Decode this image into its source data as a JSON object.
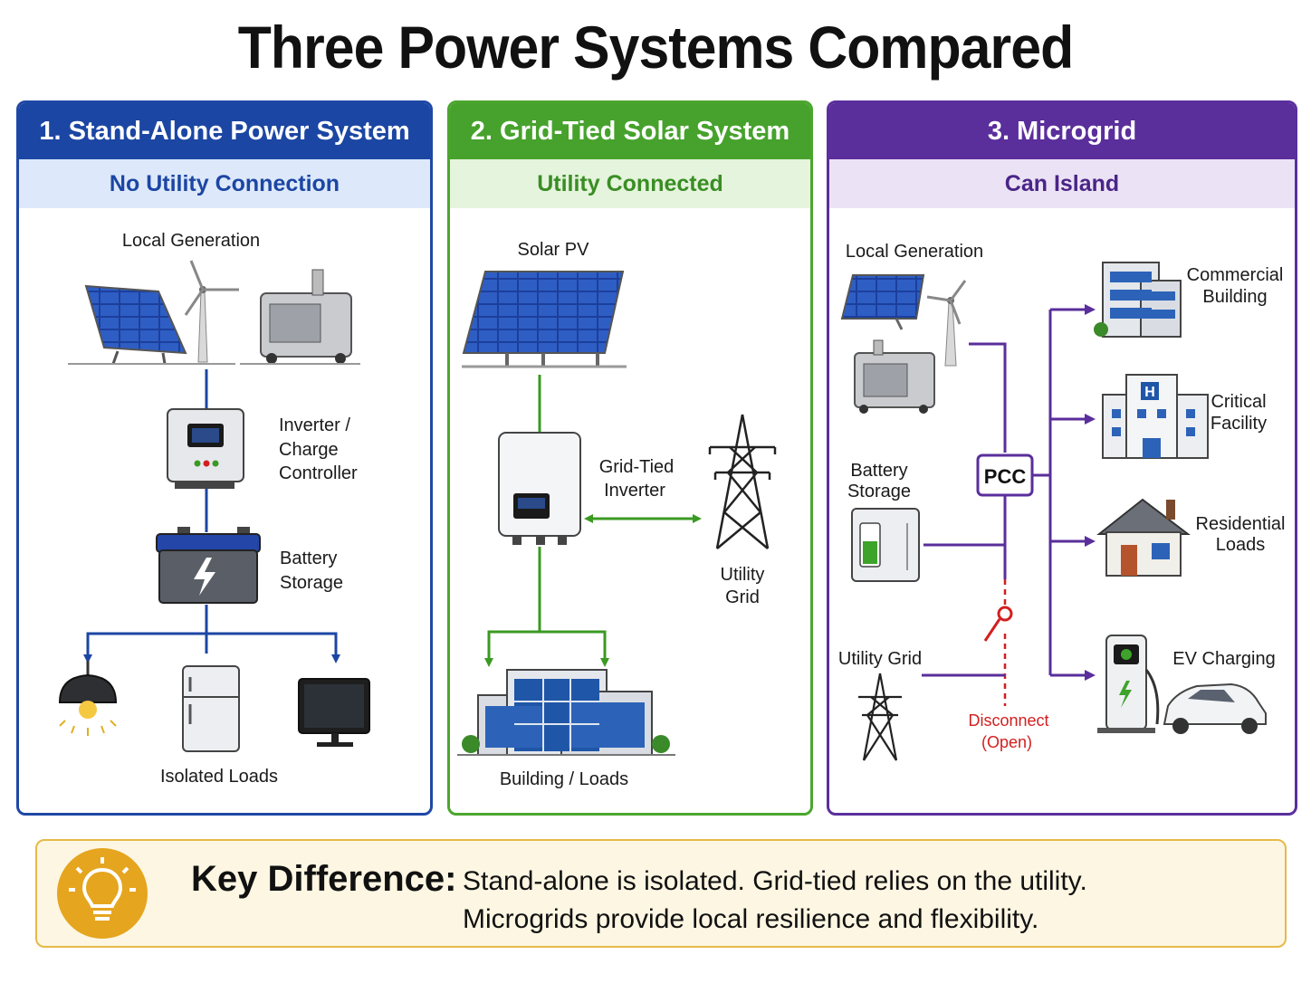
{
  "title": "Three Power Systems Compared",
  "panels": [
    {
      "header": "1. Stand-Alone Power System",
      "subheader": "No Utility Connection",
      "labels": {
        "generation": "Local Generation",
        "inverter_1": "Inverter /",
        "inverter_2": "Charge",
        "inverter_3": "Controller",
        "battery_1": "Battery",
        "battery_2": "Storage",
        "loads": "Isolated Loads"
      },
      "accent": "#1c46a3"
    },
    {
      "header": "2. Grid-Tied Solar System",
      "subheader": "Utility Connected",
      "labels": {
        "solar": "Solar PV",
        "inverter_1": "Grid-Tied",
        "inverter_2": "Inverter",
        "grid_1": "Utility",
        "grid_2": "Grid",
        "building": "Building / Loads"
      },
      "accent": "#46a22c"
    },
    {
      "header": "3. Microgrid",
      "subheader": "Can Island",
      "labels": {
        "generation": "Local Generation",
        "battery_1": "Battery",
        "battery_2": "Storage",
        "utility": "Utility Grid",
        "pcc": "PCC",
        "disconnect_1": "Disconnect",
        "disconnect_2": "(Open)",
        "commercial_1": "Commercial",
        "commercial_2": "Building",
        "critical_1": "Critical",
        "critical_2": "Facility",
        "residential_1": "Residential",
        "residential_2": "Loads",
        "ev": "EV Charging",
        "hospital_mark": "H"
      },
      "accent": "#5a2e9b",
      "disconnect_color": "#d21f1f"
    }
  ],
  "key": {
    "label": "Key Difference:",
    "line1": "Stand-alone is isolated. Grid-tied relies on the utility.",
    "line2": "Microgrids provide local resilience and flexibility."
  }
}
